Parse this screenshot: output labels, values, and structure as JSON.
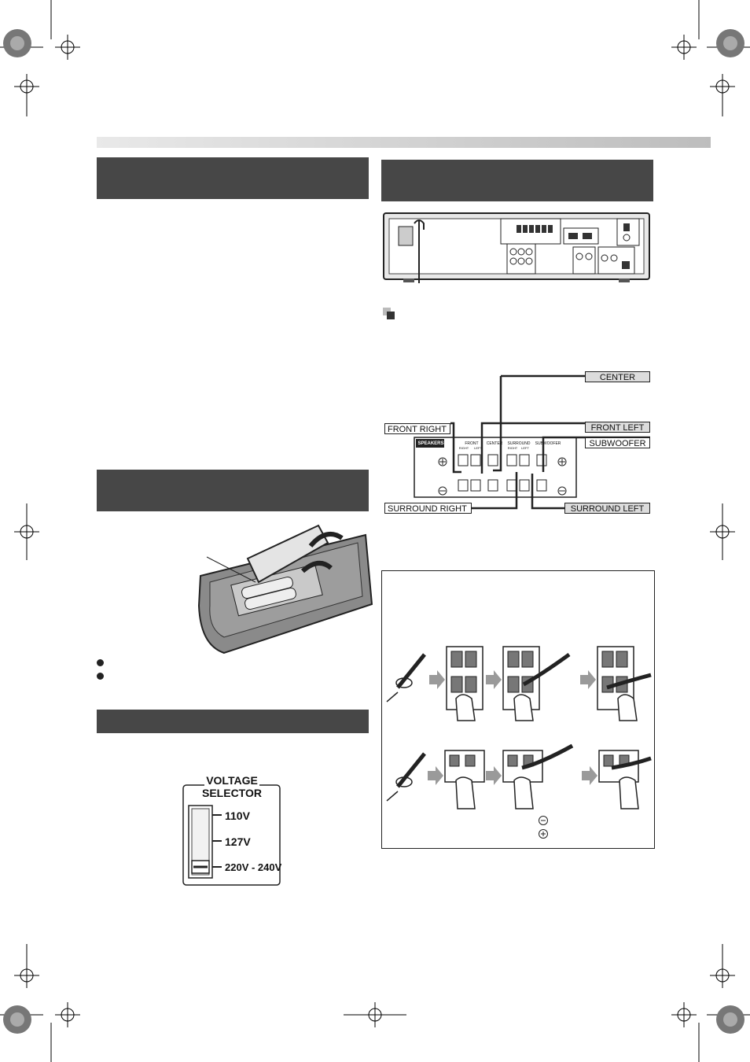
{
  "speaker_labels": {
    "center": "CENTER",
    "front_right": "FRONT RIGHT",
    "front_left": "FRONT LEFT",
    "subwoofer": "SUBWOOFER",
    "surround_right": "SURROUND RIGHT",
    "surround_left": "SURROUND LEFT"
  },
  "terminal_panel": {
    "speakers": "SPEAKERS",
    "front": "FRONT",
    "center": "CENTER",
    "surround": "SURROUND",
    "subwoofer": "SUBWOOFER",
    "right": "RIGHT",
    "left": "LEFT"
  },
  "voltage_selector": {
    "title_line1": "VOLTAGE",
    "title_line2": "SELECTOR",
    "option1": "110V",
    "option2": "127V",
    "option3": "220V - 240V",
    "selected": "220V - 240V"
  },
  "colors": {
    "header_bar": "#474747",
    "label_fill": "#dcdcdc",
    "arrow": "#9a9a9a"
  }
}
